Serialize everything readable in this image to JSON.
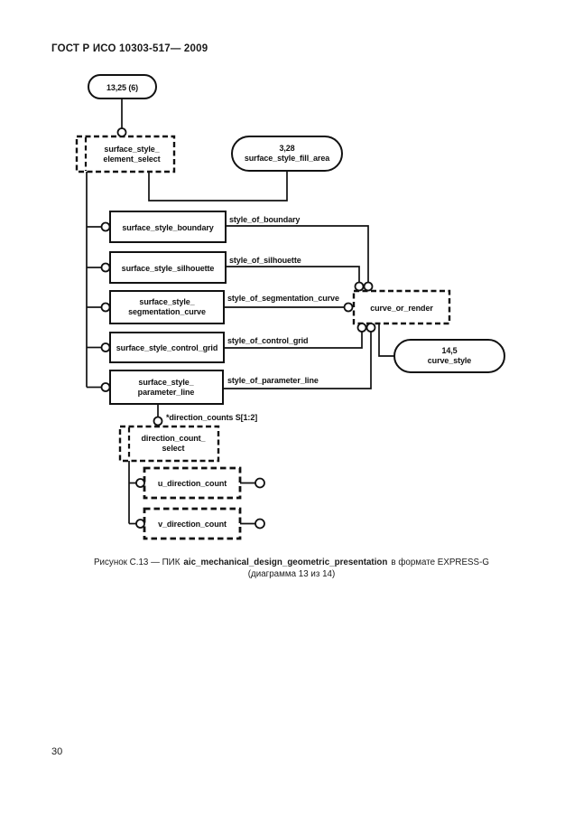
{
  "header": {
    "title": "ГОСТ Р ИСО 10303-517— 2009"
  },
  "footer": {
    "page_number": "30"
  },
  "caption": {
    "prefix": "Рисунок С.13 — ПИК",
    "entity_name": "aic_mechanical_design_geometric_presentation",
    "suffix": "в формате EXPRESS-G",
    "line2": "(диаграмма 13 из 14)"
  },
  "diagram": {
    "page_ref_oval": "13,25 (6)",
    "element_select": {
      "line1": "surface_style_",
      "line2": "element_select"
    },
    "fill_area_oval": {
      "line1": "3,28",
      "line2": "surface_style_fill_area"
    },
    "boundary_box": "surface_style_boundary",
    "silhouette_box": "surface_style_silhouette",
    "segmentation_box": {
      "line1": "surface_style_",
      "line2": "segmentation_curve"
    },
    "control_grid_box": "surface_style_control_grid",
    "parameter_line_box": {
      "line1": "surface_style_",
      "line2": "parameter_line"
    },
    "curve_or_render_box": "curve_or_render",
    "curve_style_oval": {
      "line1": "14,5",
      "line2": "curve_style"
    },
    "direction_count_select": {
      "line1": "direction_count_",
      "line2": "select"
    },
    "u_direction_box": "u_direction_count",
    "v_direction_box": "v_direction_count",
    "labels": {
      "boundary": "style_of_boundary",
      "silhouette": "style_of_silhouette",
      "segmentation": "style_of_segmentation_curve",
      "control_grid": "style_of_control_grid",
      "parameter_line": "style_of_parameter_line",
      "direction_counts": "*direction_counts S[1:2]"
    },
    "colors": {
      "ink": "#111111",
      "paper": "#ffffff"
    }
  }
}
